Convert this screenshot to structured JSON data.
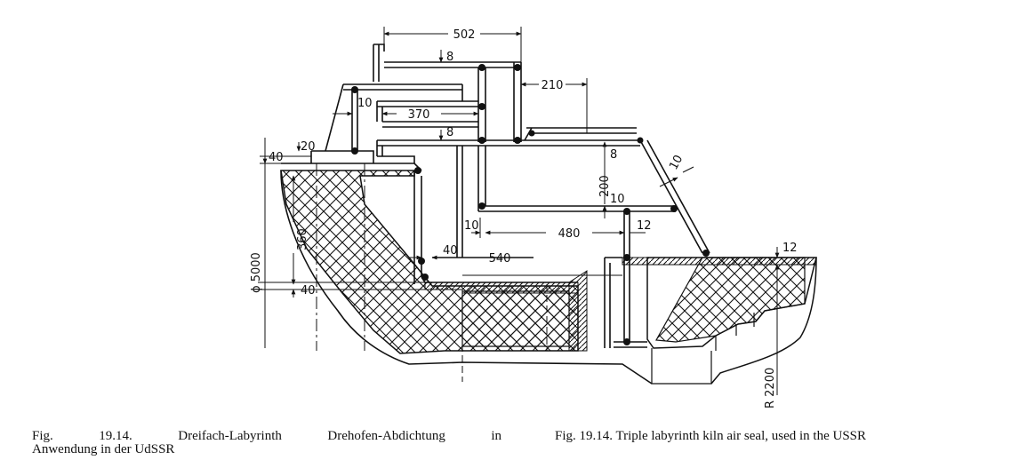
{
  "figure": {
    "dimensions": {
      "d502": "502",
      "d8a": "8",
      "d210": "210",
      "d10a": "10",
      "d370": "370",
      "d8b": "8",
      "d40a": "40",
      "d20": "20",
      "d8c": "8",
      "d200": "200",
      "d10b": "10",
      "d10c": "10",
      "d10d": "10",
      "d480": "480",
      "d12a": "12",
      "d360": "360",
      "d40b": "40",
      "d540": "540",
      "d40c": "40",
      "d12b": "12",
      "dia5000": "ϕ 5000",
      "r2200": "R 2200"
    }
  },
  "captions": {
    "german_line1": "Fig. 19.14. Dreifach-Labyrinth Drehofen-Abdichtung in",
    "german_line2": "Anwendung in der UdSSR",
    "english": "Fig. 19.14.   Triple labyrinth kiln air seal, used in the USSR"
  },
  "colors": {
    "ink": "#111111",
    "paper": "#ffffff"
  }
}
